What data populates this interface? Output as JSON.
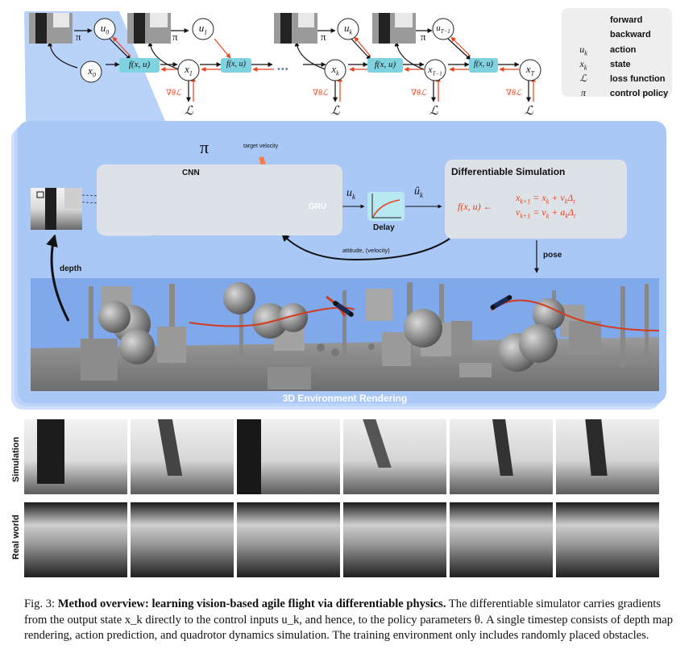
{
  "top_diagram": {
    "nodes": {
      "x0": "x",
      "x0_sub": "0",
      "u0": "u",
      "u0_sub": "0",
      "x1": "x",
      "x1_sub": "1",
      "u1": "u",
      "u1_sub": "1",
      "xk": "x",
      "xk_sub": "k",
      "uk": "u",
      "uk_sub": "k",
      "xT1": "x",
      "xT1_sub": "T−1",
      "uT1": "u",
      "uT1_sub": "T−1",
      "xT": "x",
      "xT_sub": "T"
    },
    "f_label": "f(x, u)",
    "pi": "π",
    "grad": "∇θℒ",
    "loss": "ℒ",
    "dots": "•••"
  },
  "legend": {
    "items": [
      {
        "symbol": "",
        "label": "forward",
        "color": "#111111"
      },
      {
        "symbol": "",
        "label": "backward",
        "color": "#e8421c"
      },
      {
        "symbol": "u_k",
        "label": "action"
      },
      {
        "symbol": "x_k",
        "label": "state"
      },
      {
        "symbol": "ℒ",
        "label": "loss function"
      },
      {
        "symbol": "π",
        "label": "control policy"
      }
    ]
  },
  "main": {
    "pi": "π",
    "target_velocity": "target velocity",
    "cnn": "CNN",
    "gru": "GRU",
    "uk": "u",
    "uk_sub": "k",
    "uhat": "û",
    "uhat_sub": "k",
    "delay": "Delay",
    "sim_title": "Differentiable Simulation",
    "sim_f": "f(x, u) ←",
    "sim_eq1": "x",
    "sim_eq1_sub": "k+1",
    "sim_eq1_rhs": "= x",
    "sim_eq1_rhs_sub": "k",
    "sim_eq1_rhs2": "+ v",
    "sim_eq1_rhs2_sub": "k",
    "sim_eq1_rhs3": "Δ",
    "sim_eq1_rhs3_sub": "t",
    "sim_eq2": "v",
    "sim_eq2_sub": "k+1",
    "sim_eq2_rhs": "= v",
    "sim_eq2_rhs_sub": "k",
    "sim_eq2_rhs2": "+ a",
    "sim_eq2_rhs2_sub": "k",
    "sim_eq2_rhs3": "Δ",
    "sim_eq2_rhs3_sub": "t",
    "attitude": "attitude, (velocity)",
    "pose": "pose",
    "depth": "depth",
    "render_label": "3D Environment Rendering"
  },
  "depth_rows": {
    "simulation": "Simulation",
    "real": "Real world"
  },
  "caption": {
    "prefix": "Fig. 3: ",
    "bold": "Method overview: learning vision-based agile flight via differentiable physics.",
    "text": " The differentiable simulator carries gradients from the output state x_k directly to the control inputs u_k, and hence, to the policy parameters θ. A single timestep consists of depth map rendering, action prediction, and quadrotor dynamics simulation. The training environment only includes randomly placed obstacles."
  },
  "colors": {
    "forward": "#111111",
    "backward": "#e8421c",
    "f_box": "#7fd2e0",
    "panel_blue": "#aac9f6",
    "cnn_orange": "#ff7a45",
    "gru_orange": "#ff6f36",
    "sim_text": "#e8421c",
    "floor": "#8a8a8a",
    "sky": "#7aa6e8"
  }
}
